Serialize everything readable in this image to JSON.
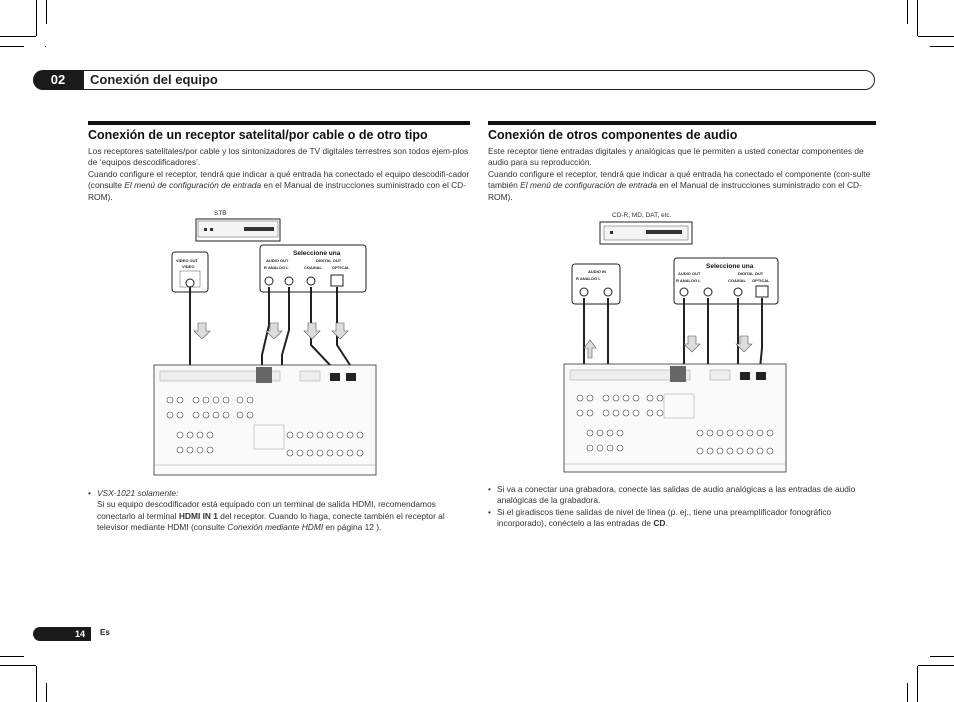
{
  "header": {
    "chapter_number": "02",
    "chapter_title": "Conexión del equipo"
  },
  "left": {
    "heading": "Conexión de un receptor satelital/por cable o de otro tipo",
    "p1": "Los receptores satelitales/por cable y los sintonizadores de TV digitales terrestres son todos ejem-plos de ‘equipos descodificadores’.",
    "p2a": "Cuando configure el receptor, tendrá que indicar a qué entrada ha conectado el equipo descodifi-cador (consulte ",
    "p2_italic": "El menú de configuración de entrada",
    "p2b": " en el Manual de instrucciones suministrado con el CD-ROM).",
    "diagram": {
      "device_label": "STB",
      "select_label": "Seleccione una",
      "video_out": "VIDEO OUT",
      "video": "VIDEO",
      "audio_out": "AUDIO OUT",
      "analog": "R   ANALOG   L",
      "digital_out": "DIGITAL OUT",
      "coaxial": "COAXIAL",
      "optical": "OPTICAL"
    },
    "note_model": "VSX-1021 solamente",
    "note_a": "Si su equipo descodificador está equipado con un terminal de salida HDMI, recomendamos conectarlo al terminal ",
    "note_bold": "HDMI IN 1",
    "note_b": " del receptor. Cuando lo haga, conecte también el receptor al televisor mediante HDMI (consulte ",
    "note_italic": "Conexión mediante HDMI",
    "note_c": " en página 12 )."
  },
  "right": {
    "heading": "Conexión de otros componentes de audio",
    "p1": "Este receptor tiene entradas digitales y analógicas que le permiten a usted conectar componentes de audio para su reproducción.",
    "p2a": "Cuando configure el receptor, tendrá que indicar a qué entrada ha conectado el componente (con-sulte también ",
    "p2_italic": "El menú de configuración de entrada",
    "p2b": " en el Manual de instrucciones suministrado con el CD-ROM).",
    "diagram": {
      "device_label": "CD-R, MD, DAT, etc.",
      "select_label": "Seleccione una",
      "audio_in": "AUDIO IN",
      "analog_in": "R   ANALOG   L",
      "audio_out": "AUDIO OUT",
      "analog_out": "R   ANALOG   L",
      "digital_out": "DIGITAL OUT",
      "coaxial": "COAXIAL",
      "optical": "OPTICAL"
    },
    "bullet1": "Si va a conectar una grabadora, conecte las salidas de audio analógicas a las entradas de audio analógicas de la grabadora.",
    "bullet2a": "Si el giradiscos tiene salidas de nivel de línea (p. ej., tiene una preamplificador fonográfico incorporado), conéctelo a las entradas de ",
    "bullet2_bold": "CD",
    "bullet2b": "."
  },
  "footer": {
    "page_number": "14",
    "language": "Es"
  }
}
